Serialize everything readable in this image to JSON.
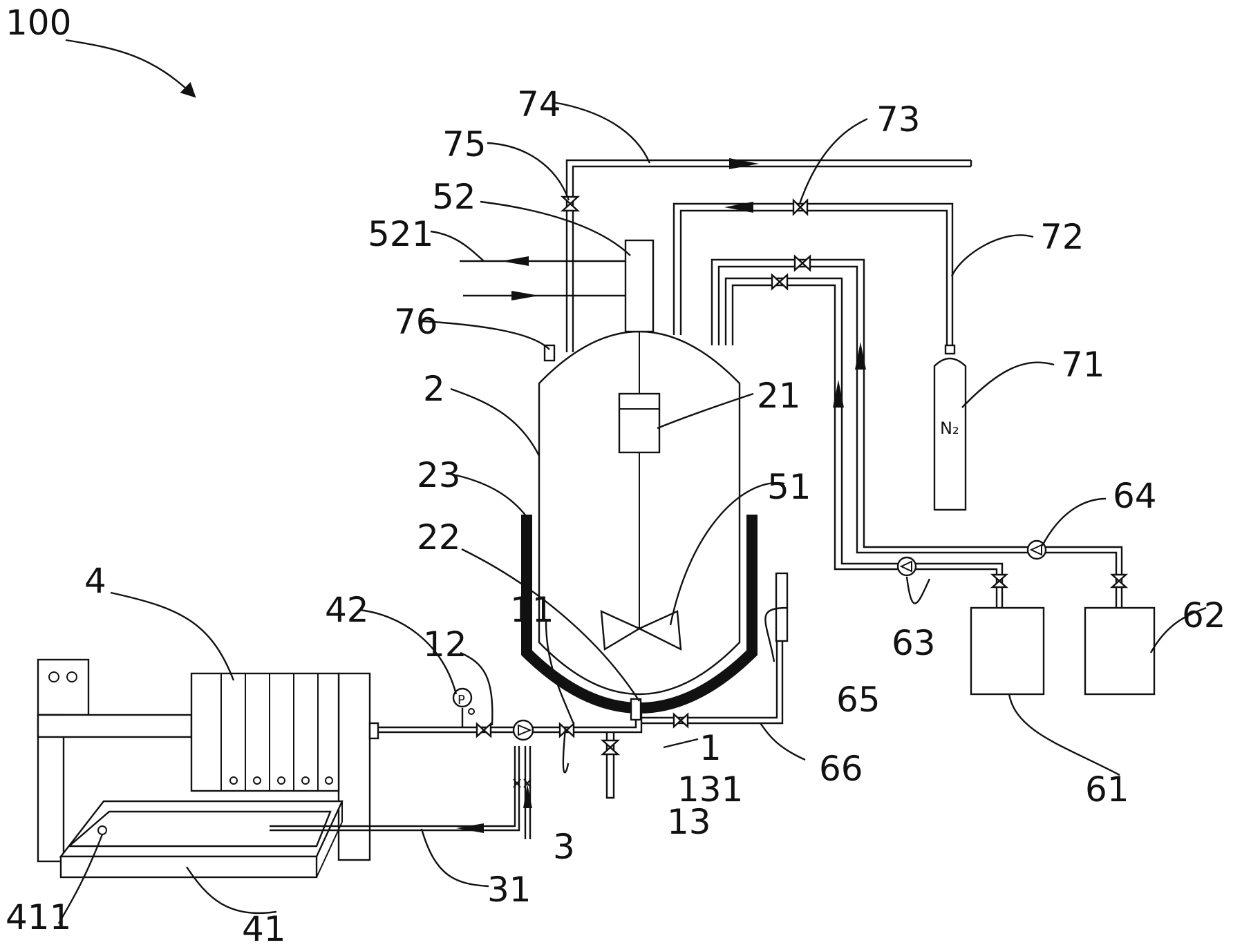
{
  "figure_number": "100",
  "gas_label": "N₂",
  "labels": {
    "l1": "1",
    "l11": "11",
    "l12": "12",
    "l13": "13",
    "l131": "131",
    "l2": "2",
    "l21": "21",
    "l22": "22",
    "l23": "23",
    "l3": "3",
    "l31": "31",
    "l4": "4",
    "l41": "41",
    "l411": "411",
    "l42": "42",
    "l51": "51",
    "l52": "52",
    "l521": "521",
    "l61": "61",
    "l62": "62",
    "l63": "63",
    "l64": "64",
    "l65": "65",
    "l66": "66",
    "l71": "71",
    "l72": "72",
    "l73": "73",
    "l74": "74",
    "l75": "75",
    "l76": "76"
  }
}
